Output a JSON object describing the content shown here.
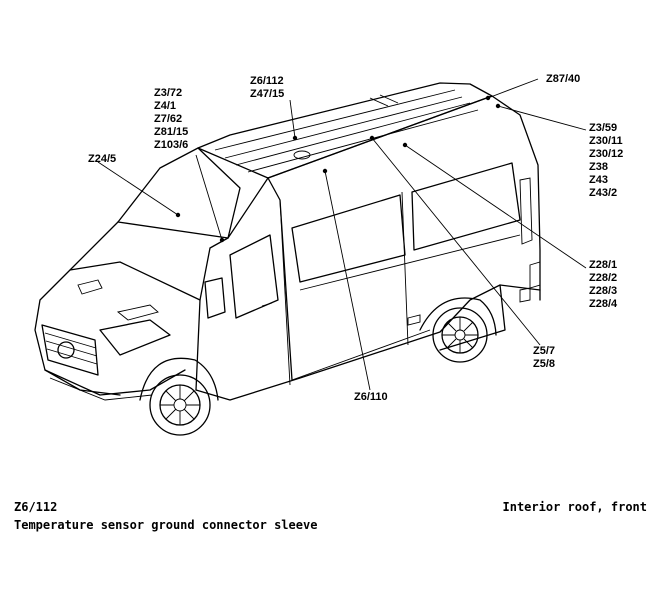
{
  "labels": {
    "z3_group_left": [
      "Z3/72",
      "Z4/1",
      "Z7/62",
      "Z81/15",
      "Z103/6"
    ],
    "z6_112_top": [
      "Z6/112",
      "Z47/15"
    ],
    "z87_40": "Z87/40",
    "z24_5": "Z24/5",
    "z3_group_right": [
      "Z3/59",
      "Z30/11",
      "Z30/12",
      "Z38",
      "Z43",
      "Z43/2"
    ],
    "z28_group": [
      "Z28/1",
      "Z28/2",
      "Z28/3",
      "Z28/4"
    ],
    "z5_group": [
      "Z5/7",
      "Z5/8"
    ],
    "z6_110": "Z6/110"
  },
  "caption": {
    "code": "Z6/112",
    "description": "Temperature sensor ground connector sleeve",
    "location": "Interior roof, front"
  }
}
